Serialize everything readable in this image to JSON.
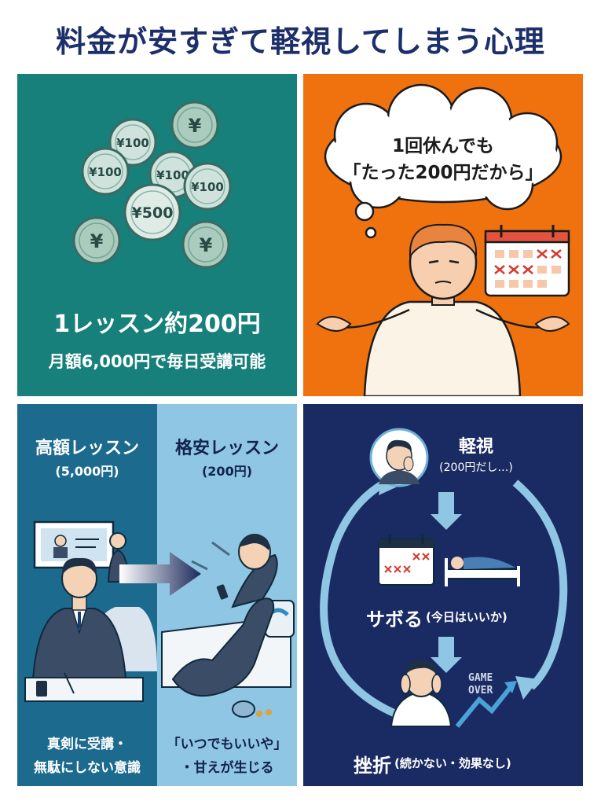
{
  "title": "料金が安すぎて軽視してしまう心理",
  "panel1": {
    "coins": [
      "¥100",
      "¥100",
      "¥100",
      "¥100",
      "¥500",
      "¥",
      "¥",
      "¥"
    ],
    "headline": "1レッスン約200円",
    "subline": "月額6,000円で毎日受講可能"
  },
  "panel2": {
    "thought_line1": "1回休んでも",
    "thought_line2": "「たった200円だから」"
  },
  "panel3": {
    "left_title": "高額レッスン",
    "left_price": "(5,000円)",
    "right_title": "格安レッスン",
    "right_price": "(200円)",
    "left_caption_line1": "真剣に受講・",
    "left_caption_line2": "無駄にしない意識",
    "right_caption_line1": "「いつでもいいや」",
    "right_caption_line2": "・甘えが生じる"
  },
  "panel4": {
    "step1_title": "軽視",
    "step1_note": "(200円だし…)",
    "step2_title": "サボる",
    "step2_note": "(今日はいいか)",
    "step3_title": "挫折",
    "step3_note": "(続かない・効果なし)",
    "game_over_line1": "GAME",
    "game_over_line2": "OVER"
  },
  "colors": {
    "title": "#1c2f6b",
    "teal": "#17807a",
    "orange": "#f0720f",
    "navy": "#1a2a62",
    "blue": "#1c6b8e",
    "light_blue": "#8fc6e3",
    "cross_red": "#d6392c"
  }
}
